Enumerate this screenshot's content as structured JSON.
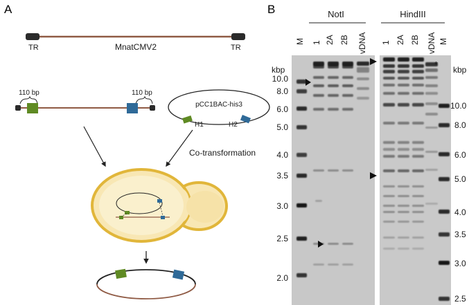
{
  "panel_a": {
    "letter": "A",
    "top_construct": {
      "left_end": "TR",
      "name": "MnatCMV2",
      "right_end": "TR"
    },
    "pcr_fragment": {
      "left_overhang": "110 bp",
      "right_overhang": "110 bp"
    },
    "vector": {
      "name": "pCC1BAC-his3",
      "h1": "H1",
      "h2": "H2"
    },
    "step_label": "Co-transformation"
  },
  "panel_b": {
    "letter": "B",
    "gels": [
      {
        "enzyme": "NotI",
        "lanes": [
          "M",
          "1",
          "2A",
          "2B",
          "vDNA"
        ]
      },
      {
        "enzyme": "HindIII",
        "lanes": [
          "1",
          "2A",
          "2B",
          "vDNA",
          "M"
        ]
      }
    ],
    "left_unit": "kbp",
    "right_unit": "kbp",
    "left_markers": [
      "10.0",
      "8.0",
      "6.0",
      "5.0",
      "4.0",
      "3.5",
      "3.0",
      "2.5",
      "2.0"
    ],
    "right_markers": [
      "10.0",
      "8.0",
      "6.0",
      "5.0",
      "4.0",
      "3.5",
      "3.0",
      "2.5"
    ],
    "asterisk": "*"
  },
  "colors": {
    "backbone": "#8f5a44",
    "green_box": "#5f8a23",
    "blue_box": "#2f6a98",
    "yeast_fill": "#f8e7b4",
    "yeast_edge": "#e1b63a",
    "gel_bg": "#c8c8c8"
  }
}
